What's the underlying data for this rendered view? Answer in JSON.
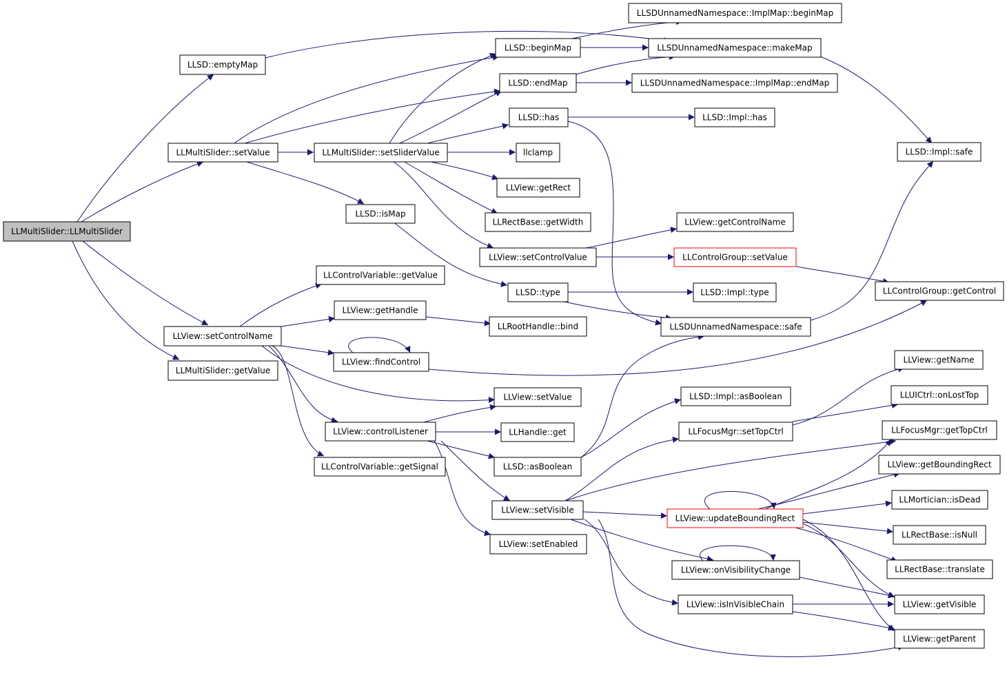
{
  "colors": {
    "edge": "#191970",
    "node_border": "#000000",
    "node_border_highlight": "#ff0000",
    "root_fill": "#bfbfbf",
    "node_fill": "#ffffff"
  },
  "nodes": [
    {
      "id": "root",
      "label": "LLMultiSlider::LLMultiSlider",
      "style": "root"
    },
    {
      "id": "emptyMap",
      "label": "LLSD::emptyMap"
    },
    {
      "id": "msSetValue",
      "label": "LLMultiSlider::setValue"
    },
    {
      "id": "setControlName",
      "label": "LLView::setControlName"
    },
    {
      "id": "msGetValue",
      "label": "LLMultiSlider::getValue"
    },
    {
      "id": "setSliderValue",
      "label": "LLMultiSlider::setSliderValue"
    },
    {
      "id": "isMap",
      "label": "LLSD::isMap"
    },
    {
      "id": "cvGetValue",
      "label": "LLControlVariable::getValue"
    },
    {
      "id": "getHandle",
      "label": "LLView::getHandle"
    },
    {
      "id": "findControl",
      "label": "LLView::findControl"
    },
    {
      "id": "controlListener",
      "label": "LLView::controlListener"
    },
    {
      "id": "getSignal",
      "label": "LLControlVariable::getSignal"
    },
    {
      "id": "beginMap",
      "label": "LLSD::beginMap"
    },
    {
      "id": "endMap",
      "label": "LLSD::endMap"
    },
    {
      "id": "has",
      "label": "LLSD::has"
    },
    {
      "id": "llclamp",
      "label": "llclamp"
    },
    {
      "id": "getRect",
      "label": "LLView::getRect"
    },
    {
      "id": "getWidth",
      "label": "LLRectBase::getWidth"
    },
    {
      "id": "setControlValue",
      "label": "LLView::setControlValue"
    },
    {
      "id": "type",
      "label": "LLSD::type"
    },
    {
      "id": "bind",
      "label": "LLRootHandle::bind"
    },
    {
      "id": "viewSetValue",
      "label": "LLView::setValue"
    },
    {
      "id": "handleGet",
      "label": "LLHandle::get"
    },
    {
      "id": "asBoolean",
      "label": "LLSD::asBoolean"
    },
    {
      "id": "setVisible",
      "label": "LLView::setVisible"
    },
    {
      "id": "setEnabled",
      "label": "LLView::setEnabled"
    },
    {
      "id": "implMapBeginMap",
      "label": "LLSDUnnamedNamespace::ImplMap::beginMap"
    },
    {
      "id": "makeMap",
      "label": "LLSDUnnamedNamespace::makeMap"
    },
    {
      "id": "implMapEndMap",
      "label": "LLSDUnnamedNamespace::ImplMap::endMap"
    },
    {
      "id": "implHas",
      "label": "LLSD::Impl::has"
    },
    {
      "id": "getControlName",
      "label": "LLView::getControlName"
    },
    {
      "id": "cgSetValue",
      "label": "LLControlGroup::setValue",
      "style": "red"
    },
    {
      "id": "implType",
      "label": "LLSD::Impl::type"
    },
    {
      "id": "nsSafe",
      "label": "LLSDUnnamedNamespace::safe"
    },
    {
      "id": "implAsBoolean",
      "label": "LLSD::Impl::asBoolean"
    },
    {
      "id": "setTopCtrl",
      "label": "LLFocusMgr::setTopCtrl"
    },
    {
      "id": "updateBoundingRect",
      "label": "LLView::updateBoundingRect",
      "style": "red"
    },
    {
      "id": "onVisibilityChange",
      "label": "LLView::onVisibilityChange"
    },
    {
      "id": "isInVisibleChain",
      "label": "LLView::isInVisibleChain"
    },
    {
      "id": "implSafe",
      "label": "LLSD::Impl::safe"
    },
    {
      "id": "getControl",
      "label": "LLControlGroup::getControl"
    },
    {
      "id": "getName",
      "label": "LLView::getName"
    },
    {
      "id": "onLostTop",
      "label": "LLUICtrl::onLostTop"
    },
    {
      "id": "getTopCtrl",
      "label": "LLFocusMgr::getTopCtrl"
    },
    {
      "id": "getBoundingRect",
      "label": "LLView::getBoundingRect"
    },
    {
      "id": "isDead",
      "label": "LLMortician::isDead"
    },
    {
      "id": "isNull",
      "label": "LLRectBase::isNull"
    },
    {
      "id": "translate",
      "label": "LLRectBase::translate"
    },
    {
      "id": "getVisible",
      "label": "LLView::getVisible"
    },
    {
      "id": "getParent",
      "label": "LLView::getParent"
    }
  ]
}
